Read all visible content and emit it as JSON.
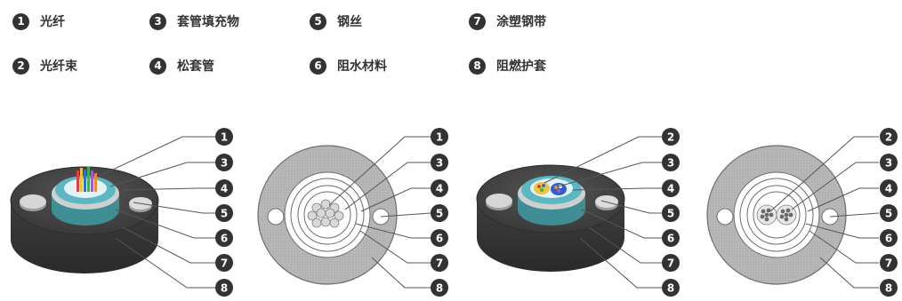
{
  "legend": [
    {
      "num": "1",
      "label": "光纤"
    },
    {
      "num": "2",
      "label": "光纤束"
    },
    {
      "num": "3",
      "label": "套管填充物"
    },
    {
      "num": "4",
      "label": "松套管"
    },
    {
      "num": "5",
      "label": "钢丝"
    },
    {
      "num": "6",
      "label": "阻水材料"
    },
    {
      "num": "7",
      "label": "涂塑钢带"
    },
    {
      "num": "8",
      "label": "阻燃护套"
    }
  ],
  "diagrams": [
    {
      "view": "perspective",
      "callouts": [
        "1",
        "3",
        "4",
        "5",
        "6",
        "7",
        "8"
      ]
    },
    {
      "view": "cross-section",
      "callouts": [
        "1",
        "3",
        "4",
        "5",
        "6",
        "7",
        "8"
      ]
    },
    {
      "view": "perspective",
      "callouts": [
        "2",
        "3",
        "4",
        "5",
        "6",
        "7",
        "8"
      ]
    },
    {
      "view": "cross-section",
      "callouts": [
        "2",
        "3",
        "4",
        "5",
        "6",
        "7",
        "8"
      ]
    }
  ],
  "colors": {
    "label": "#333333",
    "sheath": "#3d3d3d",
    "armor": "#a8a8a8",
    "tube": "#5bb8c2",
    "cross_section_fill": "#b4b4b4"
  }
}
